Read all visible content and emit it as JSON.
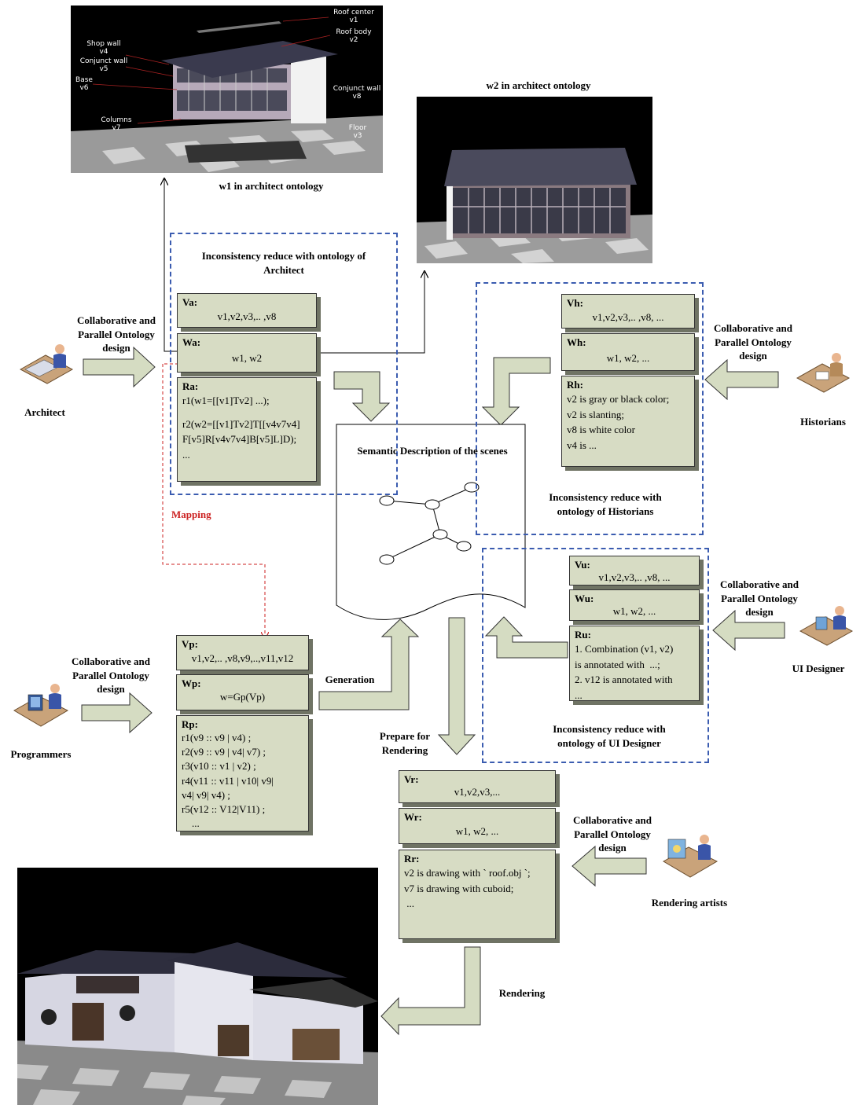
{
  "captions": {
    "w1": "w1 in architect ontology",
    "w2": "w2 in architect ontology",
    "semantic": "Semantic Description of the scenes",
    "mapping": "Mapping",
    "generation": "Generation",
    "prepare": "Prepare for\nRendering",
    "rendering": "Rendering",
    "arch_group": "Inconsistency reduce with ontology of\nArchitect",
    "hist_group": "Inconsistency reduce with\nontology of Historians",
    "ui_group": "Inconsistency reduce with\nontology of UI Designer",
    "collab": "Collaborative and\nParallel Ontology\ndesign"
  },
  "actors": {
    "architect": "Architect",
    "historians": "Historians",
    "ui": "UI Designer",
    "programmers": "Programmers",
    "artists": "Rendering artists"
  },
  "scene_labels": {
    "roof_center": "Roof center\nv1",
    "roof_body": "Roof body\nv2",
    "shop_wall": "Shop wall\nv4",
    "conjunct_wall_v5": "Conjunct wall\nv5",
    "base": "Base\nv6",
    "conjunct_wall_v8": "Conjunct wall\nv8",
    "columns": "Columns\nv7",
    "floor": "Floor\nv3"
  },
  "architect": {
    "va_h": "Va",
    "va": "v1,v2,v3,.. ,v8",
    "wa_h": "Wa",
    "wa": "w1,  w2",
    "ra_h": "Ra",
    "ra_lines": [
      "r1(w1=[[v1]Tv2] ...);",
      "",
      "r2(w2=[[v1]Tv2]T[[v4v7v4]",
      "F[v5]R[v4v7v4]B[v5]L]D);",
      "..."
    ]
  },
  "historians": {
    "vh_h": "Vh",
    "vh": "v1,v2,v3,.. ,v8, ...",
    "wh_h": "Wh",
    "wh": "w1,  w2, ...",
    "rh_h": "Rh",
    "rh_lines": [
      "v2 is gray or black color;",
      "v2 is slanting;",
      "v8 is white color",
      "v4 is ..."
    ]
  },
  "ui": {
    "vu_h": "Vu",
    "vu": "v1,v2,v3,.. ,v8, ...",
    "wu_h": "Wu",
    "wu": "w1,  w2, ...",
    "ru_h": "Ru",
    "ru_lines": [
      "1. Combination (v1, v2)",
      "is annotated with  ...;",
      "2. v12 is annotated with",
      "..."
    ]
  },
  "programmers": {
    "vp_h": "Vp",
    "vp": "v1,v2,.. ,v8,v9,..,v11,v12",
    "wp_h": "Wp",
    "wp": "w=Gp(Vp)",
    "rp_h": "Rp",
    "rp_lines": [
      "r1(v9 :: v9 | v4) ;",
      "r2(v9 :: v9 | v4| v7) ;",
      "r3(v10 :: v1 | v2) ;",
      "r4(v11 :: v11 | v10| v9|",
      "v4| v9| v4) ;",
      "r5(v12 :: V12|V11) ;",
      "    ..."
    ]
  },
  "render": {
    "vr_h": "Vr",
    "vr": "v1,v2,v3,...",
    "wr_h": "Wr",
    "wr": "w1,  w2, ...",
    "rr_h": "Rr",
    "rr_lines": [
      "v2 is drawing with ` roof.obj `;",
      "v7 is drawing with cuboid;",
      " ..."
    ]
  },
  "colors": {
    "box": "#d7dcc4",
    "shadow": "#6f7364",
    "dash": "#3b5cb0",
    "mapping": "#cc2222",
    "arrow": "#d5dcc2"
  }
}
